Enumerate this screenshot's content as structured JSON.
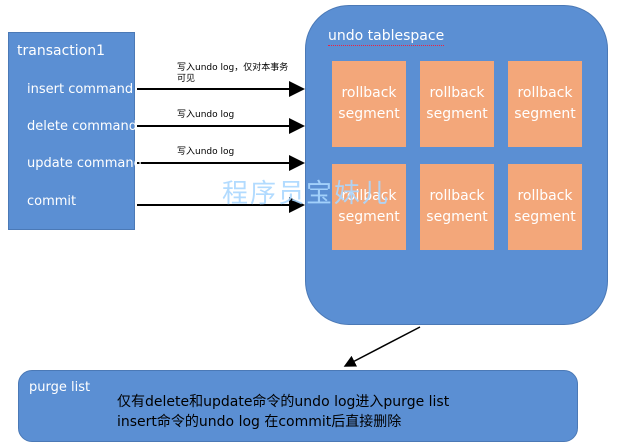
{
  "transaction": {
    "title": "transaction1",
    "commands": [
      "insert command",
      "delete command",
      "update command",
      "commit"
    ]
  },
  "arrow_labels": [
    "写入undo log，仅对本事务",
    "可见",
    "写入undo log",
    "写入undo log"
  ],
  "tablespace": {
    "title": "undo tablespace",
    "segments": [
      [
        "rollback",
        "segment"
      ],
      [
        "rollback",
        "segment"
      ],
      [
        "rollback",
        "segment"
      ],
      [
        "rollback",
        "segment"
      ],
      [
        "rollback",
        "segment"
      ],
      [
        "rollback",
        "segment"
      ]
    ]
  },
  "purge": {
    "title": "purge list",
    "notes": [
      "仅有delete和update命令的undo log进入purge list",
      "insert命令的undo log 在commit后直接删除"
    ]
  },
  "watermark": "程序员宝妹儿",
  "colors": {
    "box_blue": "#5b8fd3",
    "segment_orange": "#f3a77a",
    "arrow": "#000000"
  }
}
